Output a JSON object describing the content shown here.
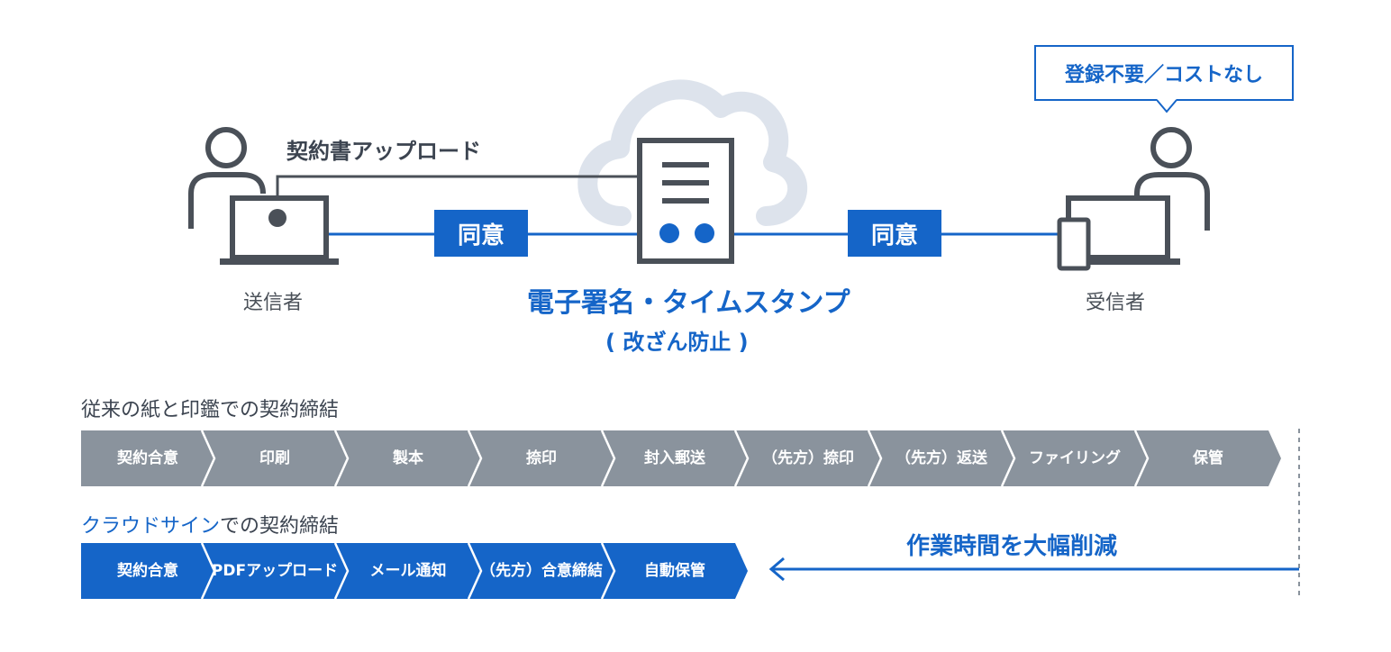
{
  "top": {
    "upload_label": "契約書アップロード",
    "agree_left": "同意",
    "agree_right": "同意",
    "sender": "送信者",
    "receiver": "受信者",
    "esignature": "電子署名・タイムスタンプ",
    "tamper": "( 改ざん防止 )",
    "callout": "登録不要／コストなし"
  },
  "traditional": {
    "title": "従来の紙と印鑑での契約締結",
    "steps": [
      "契約合意",
      "印刷",
      "製本",
      "捺印",
      "封入郵送",
      "（先方）捺印",
      "（先方）返送",
      "ファイリング",
      "保管"
    ]
  },
  "cloudsign": {
    "title_accent": "クラウドサイン",
    "title_rest": "での契約締結",
    "steps": [
      {
        "line1": "契約合意",
        "line2": ""
      },
      {
        "line1": "PDF",
        "line2": "アップロード"
      },
      {
        "line1": "メール通知",
        "line2": ""
      },
      {
        "line1": "（先方）",
        "line2": "合意締結"
      },
      {
        "line1": "自動保管",
        "line2": ""
      }
    ]
  },
  "reduction": "作業時間を大幅削減",
  "colors": {
    "accent": "#1565c8",
    "gray": "#8a939d",
    "ink": "#4a5058",
    "cloud": "#dde3ec"
  }
}
